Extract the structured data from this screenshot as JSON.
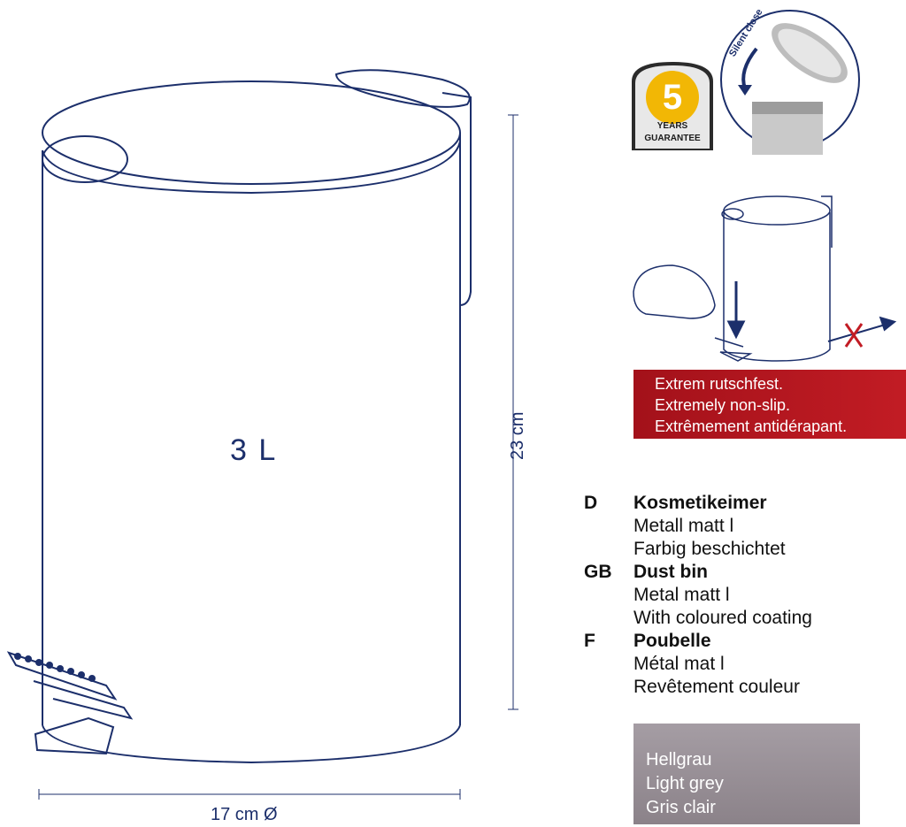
{
  "product": {
    "capacity": "3 L",
    "height": "23 cm",
    "diameter": "17 cm Ø"
  },
  "badge": {
    "number": "5",
    "line1": "YEARS",
    "line2": "GUARANTEE"
  },
  "silent_close": "Silent close",
  "nonslip": [
    "Extrem rutschfest.",
    "Extremely non-slip.",
    "Extrêmement antidérapant."
  ],
  "descriptions": [
    {
      "code": "D",
      "title": "Kosmetikeimer",
      "lines": [
        "Metall matt l",
        "Farbig beschichtet"
      ]
    },
    {
      "code": "GB",
      "title": "Dust bin",
      "lines": [
        "Metal matt l",
        "With coloured coating"
      ]
    },
    {
      "code": "F",
      "title": "Poubelle",
      "lines": [
        "Métal mat l",
        "Revêtement couleur"
      ]
    }
  ],
  "color_swatch": {
    "color": "#9a9298",
    "labels": [
      "Hellgrau",
      "Light grey",
      "Gris clair"
    ]
  },
  "colors": {
    "line": "#1c2f6b",
    "banner": "#b5161f",
    "badge_gold": "#f2b705"
  }
}
